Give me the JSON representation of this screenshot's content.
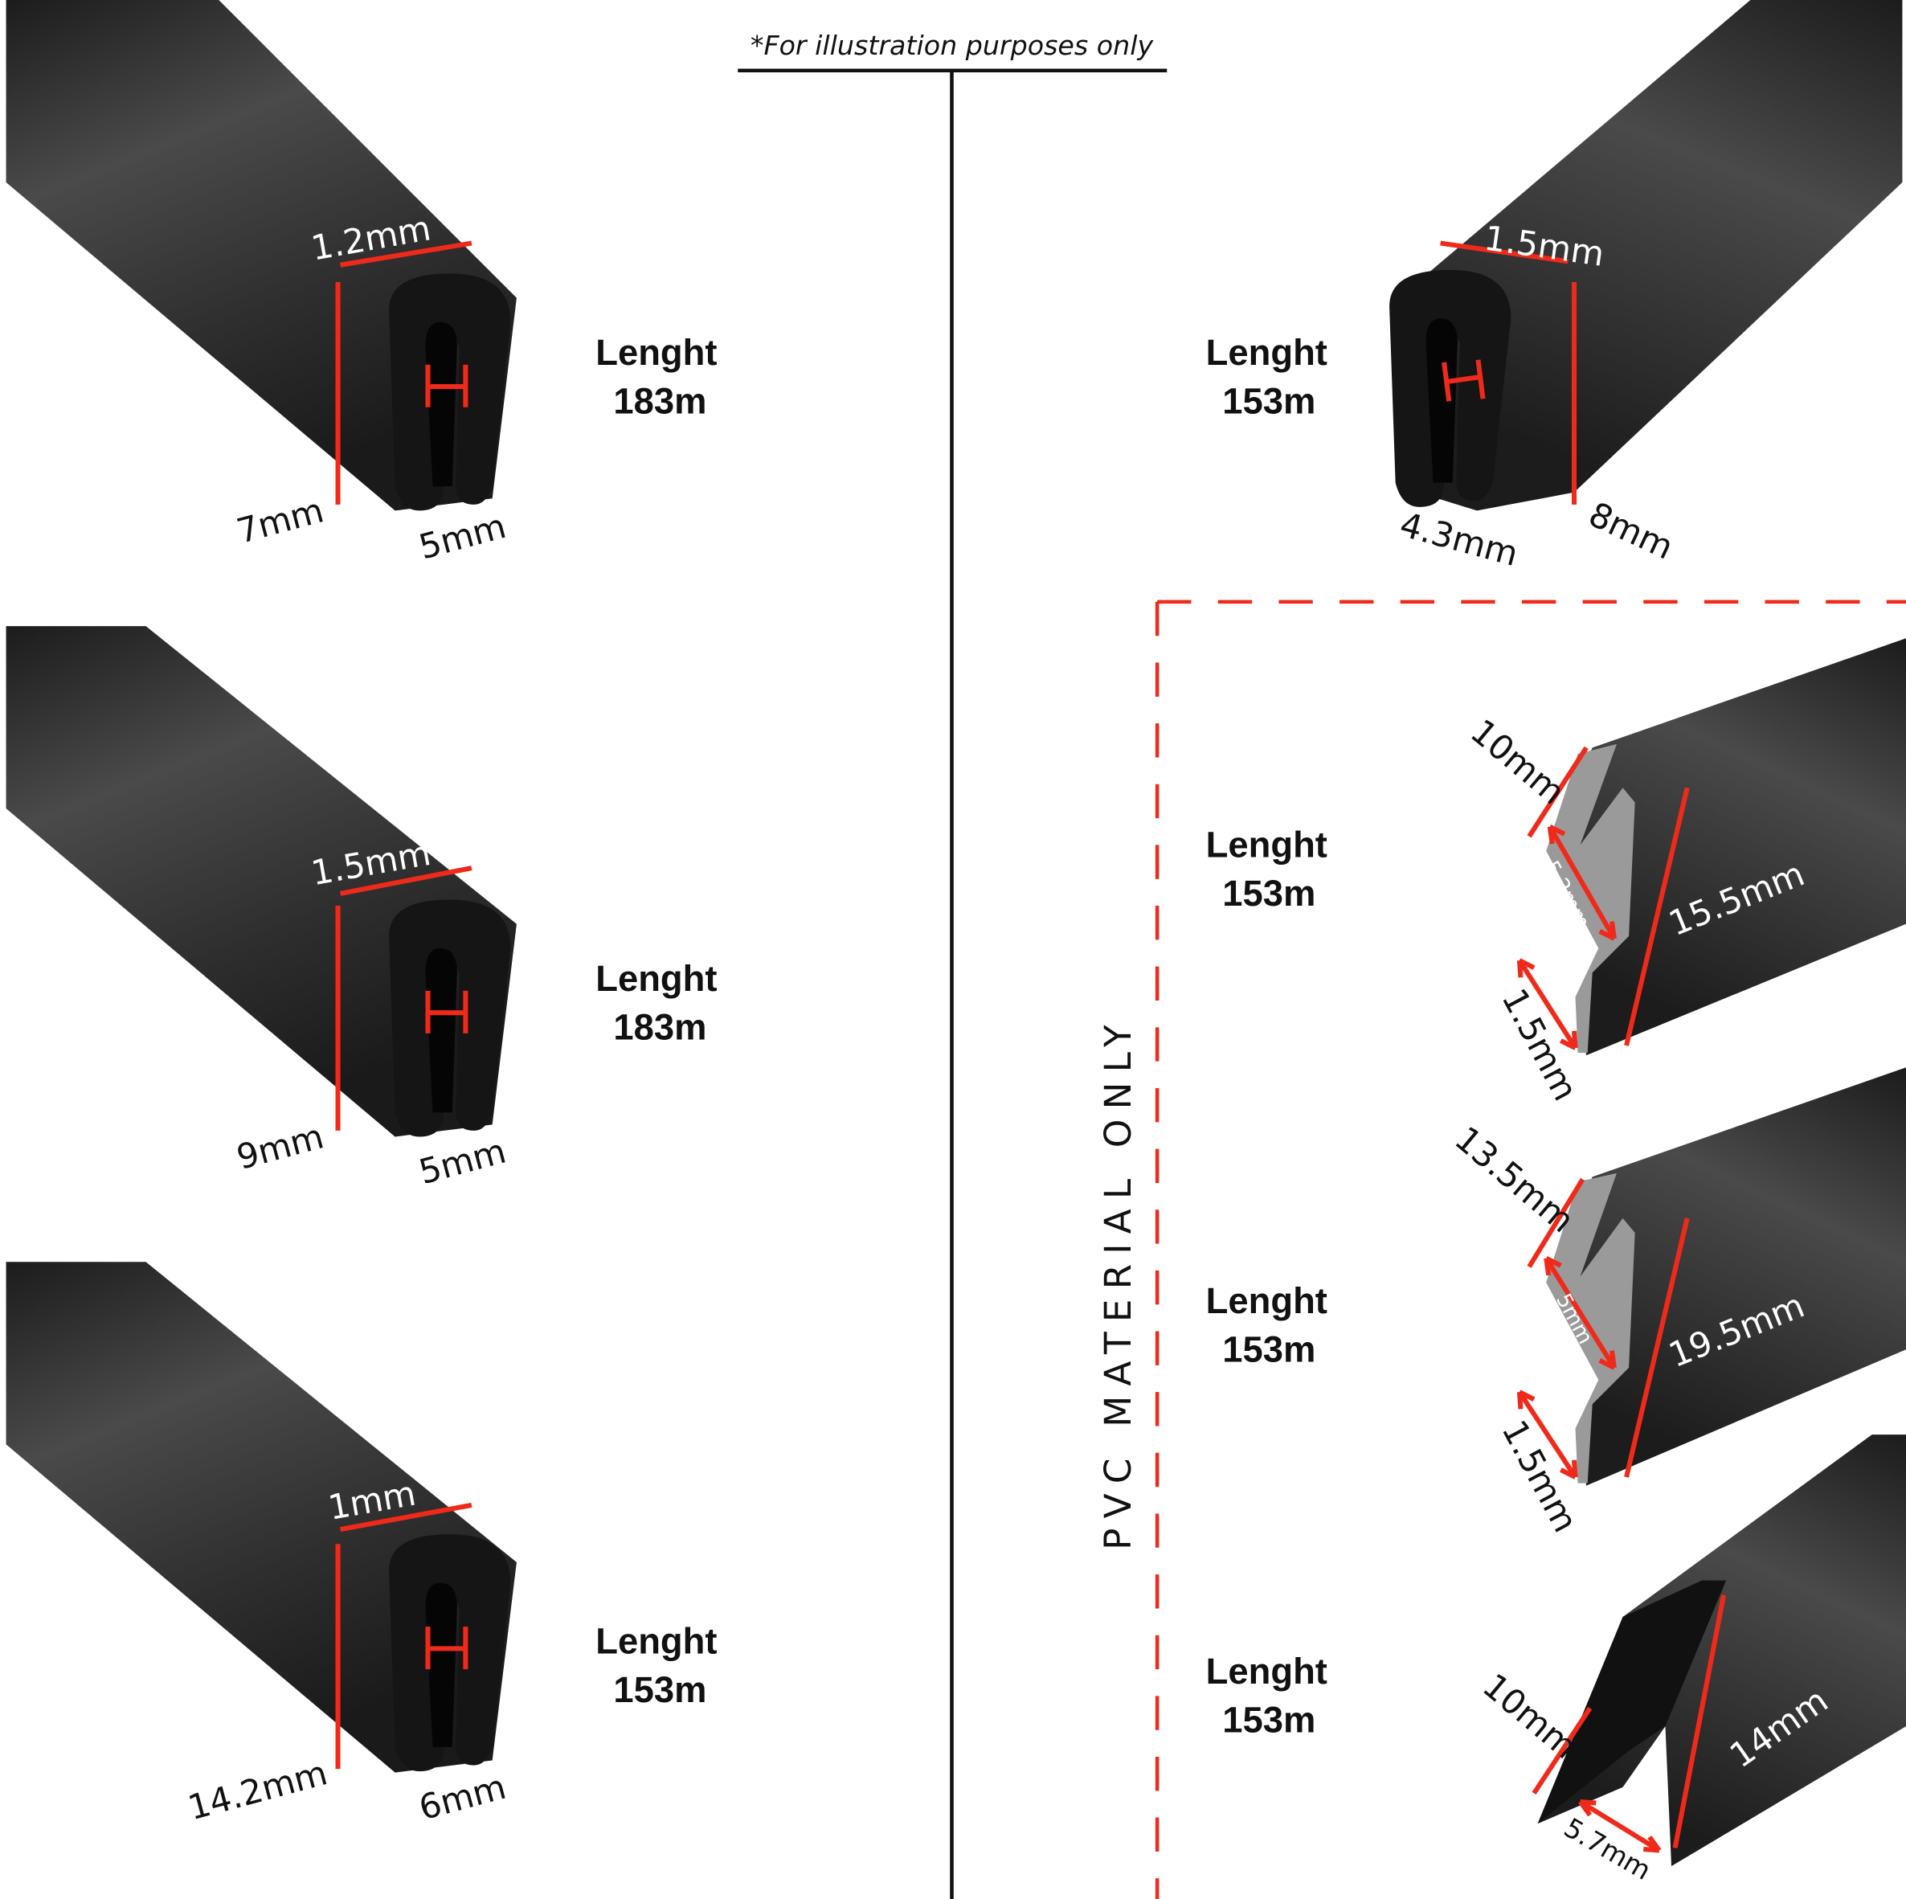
{
  "note": "*For illustration purposes only",
  "side_label": "PVC MATERIAL ONLY",
  "colors": {
    "accent": "#f02a1a",
    "rubber": "#2b2b2b",
    "pvc_edge": "#9a9a9a"
  },
  "left_products": [
    {
      "thickness": "1.2mm",
      "height": "7mm",
      "width": "5mm",
      "length_label": "Lenght",
      "length": "183m"
    },
    {
      "thickness": "1.5mm",
      "height": "9mm",
      "width": "5mm",
      "length_label": "Lenght",
      "length": "183m"
    },
    {
      "thickness": "1mm",
      "height": "14.2mm",
      "width": "6mm",
      "length_label": "Lenght",
      "length": "153m"
    }
  ],
  "right_product": {
    "thickness": "1.5mm",
    "width": "4.3mm",
    "height": "8mm",
    "length_label": "Lenght",
    "length": "153m"
  },
  "pvc_products": [
    {
      "top": "10mm",
      "inner": "5.2mm",
      "height": "15.5mm",
      "bottom": "1.5mm",
      "length_label": "Lenght",
      "length": "153m"
    },
    {
      "top": "13.5mm",
      "inner": "5mm",
      "height": "19.5mm",
      "bottom": "1.5mm",
      "length_label": "Lenght",
      "length": "153m"
    },
    {
      "top": "10mm",
      "inner": "5.7mm",
      "height": "14mm",
      "length_label": "Lenght",
      "length": "153m"
    }
  ]
}
